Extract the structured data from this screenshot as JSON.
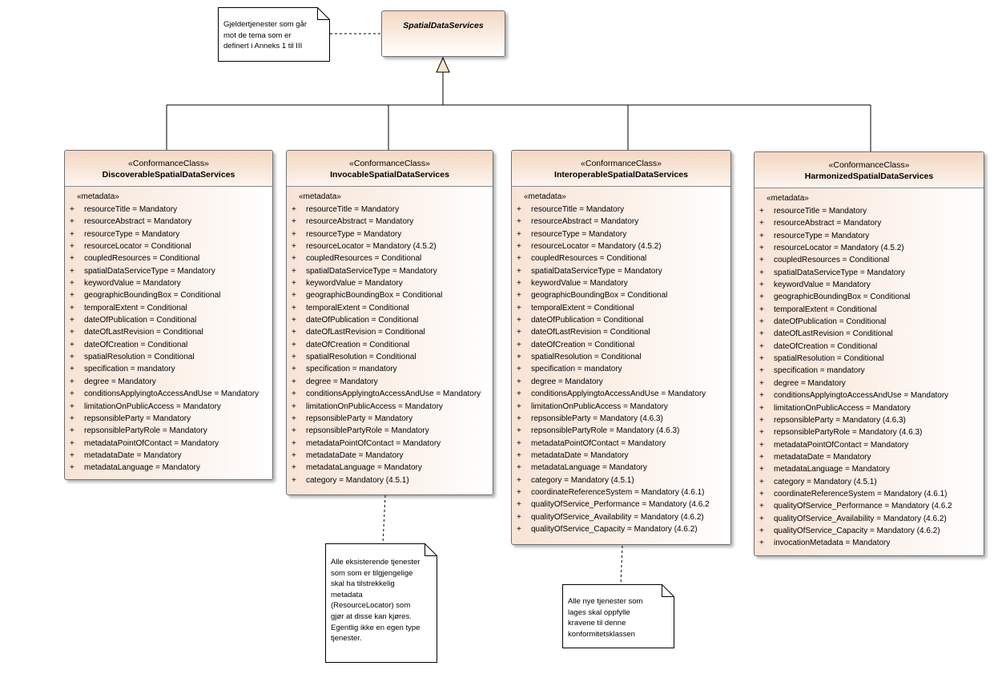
{
  "abstract_class": {
    "name": "SpatialDataServices"
  },
  "notes": {
    "annex": "Gjeldertjenester som går\nmot de tema som er\ndefinert i Anneks 1 til III",
    "invocable": "Alle eksisterende tjenester\nsom som er tilgjengelige\nskal ha tilstrekkelig\nmetadata\n(ResourceLocator) som\ngjør at disse kan kjøres.\nEgentlig ikke en egen type\ntjenester.",
    "interoperable": "Alle nye tjenester som\nlages skal oppfylle\nkravene til denne\nkonformitetsklassen"
  },
  "classes": [
    {
      "stereotype": "«ConformanceClass»",
      "name": "DiscoverableSpatialDataServices",
      "compartment": "«metadata»",
      "attributes": [
        {
          "vis": "+",
          "text": "resourceTitle = Mandatory"
        },
        {
          "vis": "+",
          "text": "resourceAbstract = Mandatory"
        },
        {
          "vis": "+",
          "text": "resourceType = Mandatory"
        },
        {
          "vis": "+",
          "text": "resourceLocator = Conditional"
        },
        {
          "vis": "+",
          "text": "coupledResources = Conditional"
        },
        {
          "vis": "+",
          "text": "spatialDataServiceType = Mandatory"
        },
        {
          "vis": "+",
          "text": "keywordValue = Mandatory"
        },
        {
          "vis": "+",
          "text": "geographicBoundingBox = Conditional"
        },
        {
          "vis": "+",
          "text": "temporalExtent = Conditional"
        },
        {
          "vis": "+",
          "text": "dateOfPublication = Conditional"
        },
        {
          "vis": "+",
          "text": "dateOfLastRevision = Conditional"
        },
        {
          "vis": "+",
          "text": "dateOfCreation = Conditional"
        },
        {
          "vis": "+",
          "text": "spatialResolution = Conditional"
        },
        {
          "vis": "+",
          "text": "specification = mandatory"
        },
        {
          "vis": "+",
          "text": "degree = Mandatory"
        },
        {
          "vis": "+",
          "text": "conditionsApplyingtoAccessAndUse = Mandatory"
        },
        {
          "vis": "+",
          "text": "limitationOnPublicAccess = Mandatory"
        },
        {
          "vis": "+",
          "text": "repsonsibleParty = Mandatory"
        },
        {
          "vis": "+",
          "text": "repsonsiblePartyRole = Mandatory"
        },
        {
          "vis": "+",
          "text": "metadataPointOfContact = Mandatory"
        },
        {
          "vis": "+",
          "text": "metadataDate = Mandatory"
        },
        {
          "vis": "+",
          "text": "metadataLanguage = Mandatory"
        }
      ]
    },
    {
      "stereotype": "«ConformanceClass»",
      "name": "InvocableSpatialDataServices",
      "compartment": "«metadata»",
      "attributes": [
        {
          "vis": "+",
          "text": "resourceTitle = Mandatory"
        },
        {
          "vis": "+",
          "text": "resourceAbstract = Mandatory"
        },
        {
          "vis": "+",
          "text": "resourceType = Mandatory"
        },
        {
          "vis": "+",
          "text": "resourceLocator = Mandatory (4.5.2)"
        },
        {
          "vis": "+",
          "text": "coupledResources = Conditional"
        },
        {
          "vis": "+",
          "text": "spatialDataServiceType = Mandatory"
        },
        {
          "vis": "+",
          "text": "keywordValue = Mandatory"
        },
        {
          "vis": "+",
          "text": "geographicBoundingBox = Conditional"
        },
        {
          "vis": "+",
          "text": "temporalExtent = Conditional"
        },
        {
          "vis": "+",
          "text": "dateOfPublication = Conditional"
        },
        {
          "vis": "+",
          "text": "dateOfLastRevision = Conditional"
        },
        {
          "vis": "+",
          "text": "dateOfCreation = Conditional"
        },
        {
          "vis": "+",
          "text": "spatialResolution = Conditional"
        },
        {
          "vis": "+",
          "text": "specification = mandatory"
        },
        {
          "vis": "+",
          "text": "degree = Mandatory"
        },
        {
          "vis": "+",
          "text": "conditionsApplyingtoAccessAndUse = Mandatory"
        },
        {
          "vis": "+",
          "text": "limitationOnPublicAccess = Mandatory"
        },
        {
          "vis": "+",
          "text": "repsonsibleParty = Mandatory"
        },
        {
          "vis": "+",
          "text": "repsonsiblePartyRole = Mandatory"
        },
        {
          "vis": "+",
          "text": "metadataPointOfContact = Mandatory"
        },
        {
          "vis": "+",
          "text": "metadataDate = Mandatory"
        },
        {
          "vis": "+",
          "text": "metadataLanguage = Mandatory"
        },
        {
          "vis": "+",
          "text": "category = Mandatory (4.5.1)"
        }
      ]
    },
    {
      "stereotype": "«ConformanceClass»",
      "name": "InteroperableSpatialDataServices",
      "compartment": "«metadata»",
      "attributes": [
        {
          "vis": "+",
          "text": "resourceTitle = Mandatory"
        },
        {
          "vis": "+",
          "text": "resourceAbstract = Mandatory"
        },
        {
          "vis": "+",
          "text": "resourceType = Mandatory"
        },
        {
          "vis": "+",
          "text": "resourceLocator = Mandatory (4.5.2)"
        },
        {
          "vis": "+",
          "text": "coupledResources = Conditional"
        },
        {
          "vis": "+",
          "text": "spatialDataServiceType = Mandatory"
        },
        {
          "vis": "+",
          "text": "keywordValue = Mandatory"
        },
        {
          "vis": "+",
          "text": "geographicBoundingBox = Conditional"
        },
        {
          "vis": "+",
          "text": "temporalExtent = Conditional"
        },
        {
          "vis": "+",
          "text": "dateOfPublication = Conditional"
        },
        {
          "vis": "+",
          "text": "dateOfLastRevision = Conditional"
        },
        {
          "vis": "+",
          "text": "dateOfCreation = Conditional"
        },
        {
          "vis": "+",
          "text": "spatialResolution = Conditional"
        },
        {
          "vis": "+",
          "text": "specification = mandatory"
        },
        {
          "vis": "+",
          "text": "degree = Mandatory"
        },
        {
          "vis": "+",
          "text": "conditionsApplyingtoAccessAndUse = Mandatory"
        },
        {
          "vis": "+",
          "text": "limitationOnPublicAccess = Mandatory"
        },
        {
          "vis": "+",
          "text": "repsonsibleParty = Mandatory (4.6.3)"
        },
        {
          "vis": "+",
          "text": "repsonsiblePartyRole = Mandatory (4.6.3)"
        },
        {
          "vis": "+",
          "text": "metadataPointOfContact = Mandatory"
        },
        {
          "vis": "+",
          "text": "metadataDate = Mandatory"
        },
        {
          "vis": "+",
          "text": "metadataLanguage = Mandatory"
        },
        {
          "vis": "+",
          "text": "category = Mandatory (4.5.1)"
        },
        {
          "vis": "+",
          "text": "coordinateReferenceSystem = Mandatory (4.6.1)"
        },
        {
          "vis": "+",
          "text": "qualityOfService_Performance = Mandatory (4.6.2"
        },
        {
          "vis": "+",
          "text": "qualityOfService_Availability = Mandatory (4.6.2)"
        },
        {
          "vis": "+",
          "text": "qualityOfService_Capacity = Mandatory (4.6.2)"
        }
      ]
    },
    {
      "stereotype": "«ConformanceClass»",
      "name": "HarmonizedSpatialDataServices",
      "compartment": "«metadata»",
      "attributes": [
        {
          "vis": "+",
          "text": "resourceTitle = Mandatory"
        },
        {
          "vis": "+",
          "text": "resourceAbstract = Mandatory"
        },
        {
          "vis": "+",
          "text": "resourceType = Mandatory"
        },
        {
          "vis": "+",
          "text": "resourceLocator = Mandatory (4.5.2)"
        },
        {
          "vis": "+",
          "text": "coupledResources = Conditional"
        },
        {
          "vis": "+",
          "text": "spatialDataServiceType = Mandatory"
        },
        {
          "vis": "+",
          "text": "keywordValue = Mandatory"
        },
        {
          "vis": "+",
          "text": "geographicBoundingBox = Conditional"
        },
        {
          "vis": "+",
          "text": "temporalExtent = Conditional"
        },
        {
          "vis": "+",
          "text": "dateOfPublication = Conditional"
        },
        {
          "vis": "+",
          "text": "dateOfLastRevision = Conditional"
        },
        {
          "vis": "+",
          "text": "dateOfCreation = Conditional"
        },
        {
          "vis": "+",
          "text": "spatialResolution = Conditional"
        },
        {
          "vis": "+",
          "text": "specification = mandatory"
        },
        {
          "vis": "+",
          "text": "degree = Mandatory"
        },
        {
          "vis": "+",
          "text": "conditionsApplyingtoAccessAndUse = Mandatory"
        },
        {
          "vis": "+",
          "text": "limitationOnPublicAccess = Mandatory"
        },
        {
          "vis": "+",
          "text": "repsonsibleParty = Mandatory (4.6.3)"
        },
        {
          "vis": "+",
          "text": "repsonsiblePartyRole = Mandatory (4.6.3)"
        },
        {
          "vis": "+",
          "text": "metadataPointOfContact = Mandatory"
        },
        {
          "vis": "+",
          "text": "metadataDate = Mandatory"
        },
        {
          "vis": "+",
          "text": "metadataLanguage = Mandatory"
        },
        {
          "vis": "+",
          "text": "category = Mandatory (4.5.1)"
        },
        {
          "vis": "+",
          "text": "coordinateReferenceSystem = Mandatory (4.6.1)"
        },
        {
          "vis": "+",
          "text": "qualityOfService_Performance = Mandatory (4.6.2"
        },
        {
          "vis": "+",
          "text": "qualityOfService_Availability = Mandatory (4.6.2)"
        },
        {
          "vis": "+",
          "text": "qualityOfService_Capacity = Mandatory (4.6.2)"
        },
        {
          "vis": "+",
          "text": "invocationMetadata = Mandatory"
        }
      ]
    }
  ]
}
